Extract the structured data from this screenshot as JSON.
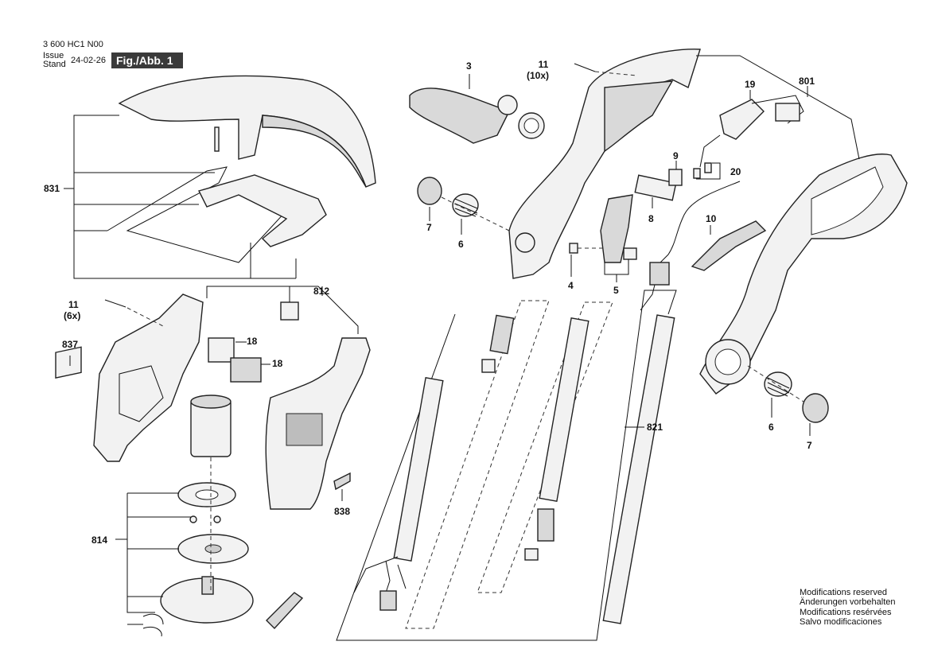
{
  "header": {
    "part_number": "3 600 HC1 N00",
    "issue_label": "Issue",
    "stand_label": "Stand",
    "date": "24-02-26",
    "figure": "Fig./Abb. 1"
  },
  "callouts": {
    "c3": "3",
    "c11_top": "11",
    "c11_top_qty": "(10x)",
    "c19": "19",
    "c801": "801",
    "c9": "9",
    "c20": "20",
    "c831": "831",
    "c7_left": "7",
    "c6_left": "6",
    "c8": "8",
    "c10": "10",
    "c4": "4",
    "c5": "5",
    "c812": "812",
    "c11_left": "11",
    "c11_left_qty": "(6x)",
    "c837": "837",
    "c18_a": "18",
    "c18_b": "18",
    "c821": "821",
    "c6_right": "6",
    "c7_right": "7",
    "c814": "814",
    "c838": "838"
  },
  "modifications": {
    "line1": "Modifications reserved",
    "line2": "Änderungen vorbehalten",
    "line3": "Modifications resérvées",
    "line4": "Salvo modificaciones"
  }
}
